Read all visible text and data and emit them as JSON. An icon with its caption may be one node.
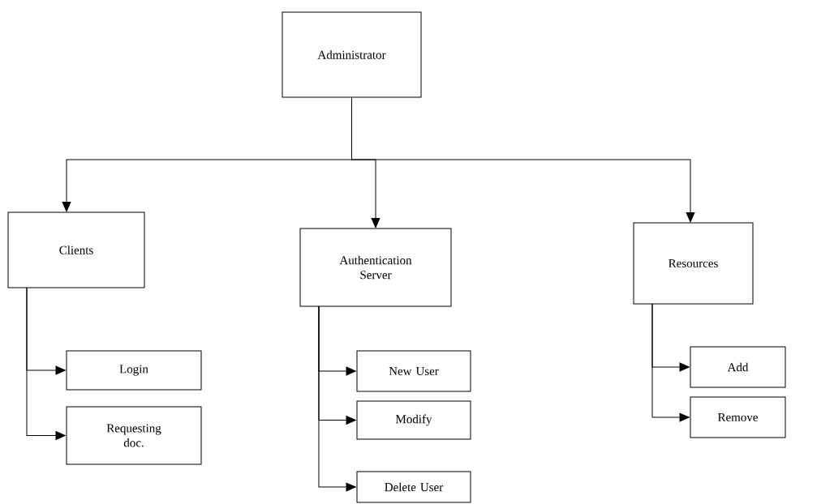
{
  "diagram": {
    "nodes": [
      {
        "text": [
          "Administrator"
        ]
      },
      {
        "text": [
          "Clients"
        ]
      },
      {
        "text": [
          "Authentication Server"
        ]
      },
      {
        "text": [
          "Resources"
        ]
      },
      {
        "text": [
          "Login"
        ]
      },
      {
        "text": [
          "Requesting doc."
        ]
      },
      {
        "text": [
          "New User"
        ]
      },
      {
        "text": [
          "Modify"
        ]
      },
      {
        "text": [
          "Delete User"
        ]
      },
      {
        "text": [
          "Add"
        ]
      },
      {
        "text": [
          "Remove"
        ]
      }
    ],
    "edges": [
      {
        "from": 0,
        "to": 1,
        "arrow": "to"
      },
      {
        "from": 0,
        "to": 2,
        "arrow": "to"
      },
      {
        "from": 0,
        "to": 3,
        "arrow": "to"
      },
      {
        "from": 1,
        "to": 4,
        "arrow": "to"
      },
      {
        "from": 1,
        "to": 5,
        "arrow": "to"
      },
      {
        "from": 2,
        "to": 6,
        "arrow": "to"
      },
      {
        "from": 2,
        "to": 7,
        "arrow": "to"
      },
      {
        "from": 2,
        "to": 8,
        "arrow": "to"
      },
      {
        "from": 3,
        "to": 9,
        "arrow": "to"
      },
      {
        "from": 3,
        "to": 10,
        "arrow": "to"
      }
    ]
  }
}
